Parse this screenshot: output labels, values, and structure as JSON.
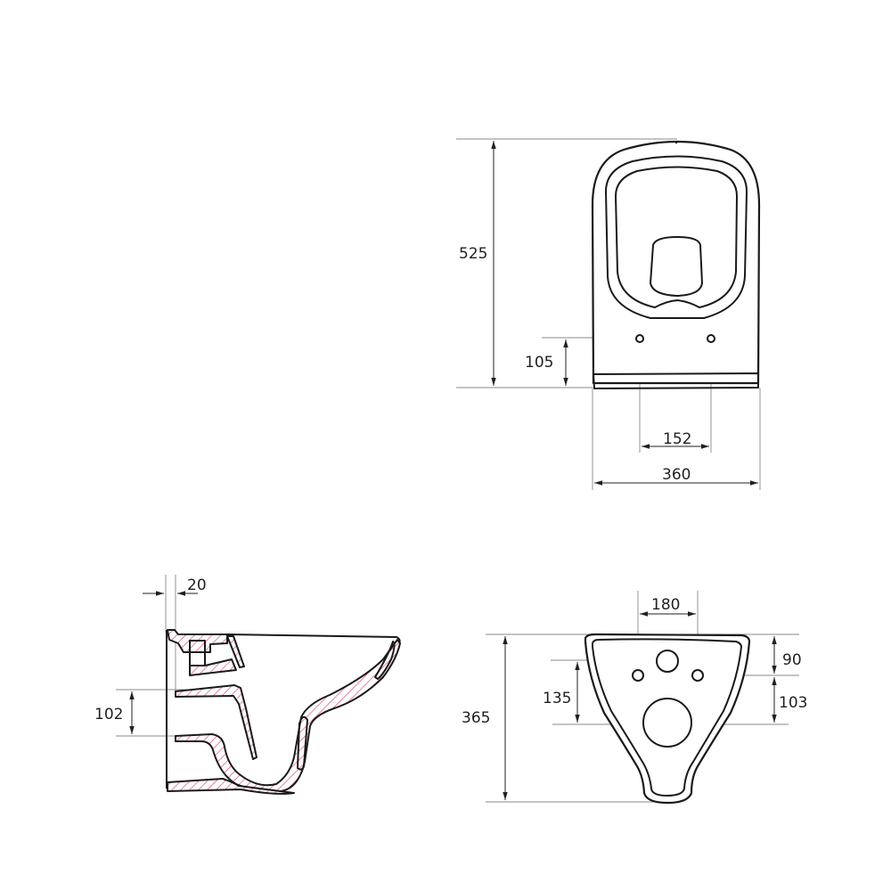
{
  "drawing": {
    "subject": "wall-hung toilet",
    "line_color": "#1a1a1a",
    "hatch_color": "#e0407a",
    "views": {
      "top": {
        "dimensions": {
          "length": "525",
          "fixing_offset": "105",
          "fixing_spacing": "152",
          "width": "360"
        }
      },
      "side_section": {
        "dimensions": {
          "wall_offset": "20",
          "inlet_height": "102"
        }
      },
      "rear": {
        "dimensions": {
          "height": "365",
          "fixing_spacing": "180",
          "top_to_fixings": "90",
          "fixings_to_outlet": "103",
          "inlet_to_outlet": "135"
        }
      }
    }
  }
}
